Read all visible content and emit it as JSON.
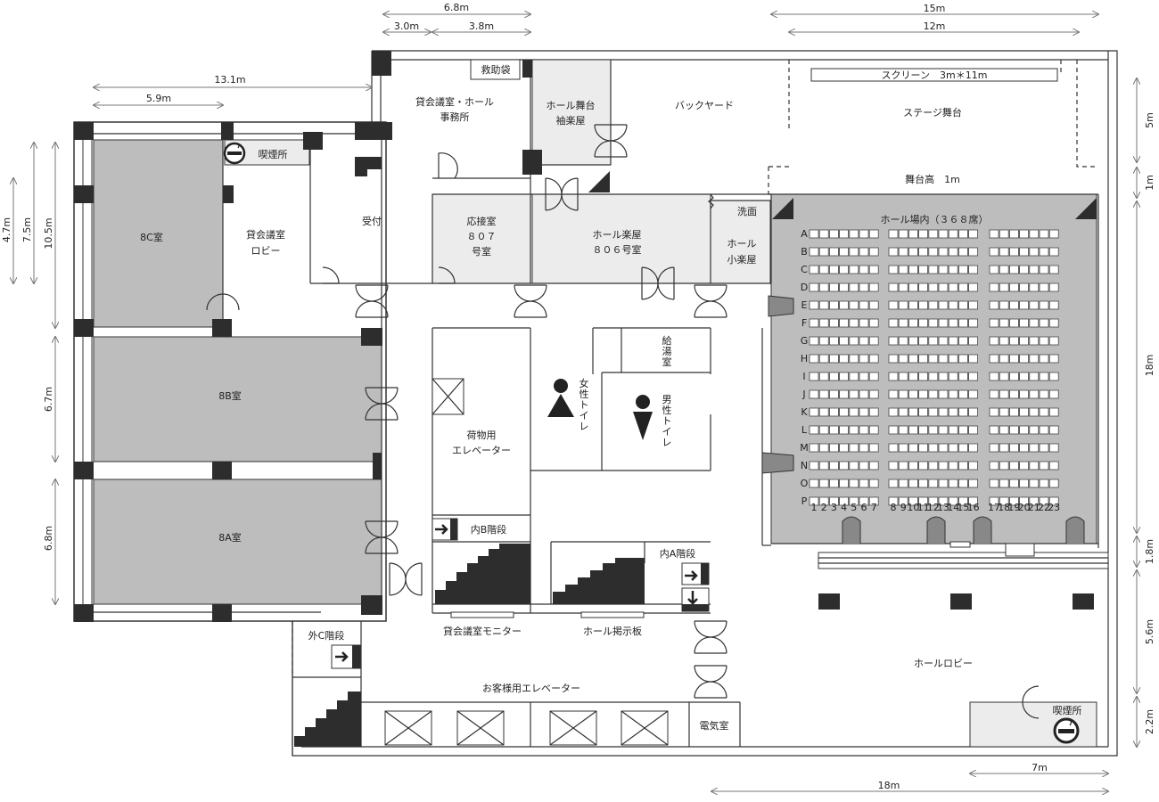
{
  "rooms": {
    "room_8c": "8C室",
    "room_8b": "8B室",
    "room_8a": "8A室",
    "lobby_small_1": "貸会議室",
    "lobby_small_2": "ロビー",
    "smoking_top": "喫煙所",
    "office_1": "貸会議室・ホール",
    "office_2": "事務所",
    "rescue_bag": "救助袋",
    "reception": "受付",
    "reception_room_1": "応接室",
    "reception_room_2": "８０７",
    "reception_room_3": "号室",
    "stage_wing_1": "ホール舞台",
    "stage_wing_2": "袖楽屋",
    "backyard": "バックヤード",
    "screen": "スクリーン　3m＊11m",
    "stage": "ステージ舞台",
    "stage_height": "舞台高　1m",
    "green_room_1": "ホール楽屋",
    "green_room_2": "８０６号室",
    "washroom": "洗面",
    "small_green_1": "ホール",
    "small_green_2": "小楽屋",
    "hall_seats": "ホール場内（３６８席）",
    "kitchen_1": "給",
    "kitchen_2": "湯",
    "kitchen_3": "室",
    "women_wc": [
      "女",
      "性",
      "ト",
      "イ",
      "レ"
    ],
    "men_wc": [
      "男",
      "性",
      "ト",
      "イ",
      "レ"
    ],
    "freight_elev_1": "荷物用",
    "freight_elev_2": "エレベーター",
    "stair_b": "内B階段",
    "stair_a": "内A階段",
    "stair_c": "外C階段",
    "monitor": "貸会議室モニター",
    "bulletin": "ホール掲示板",
    "guest_elev": "お客様用エレベーター",
    "electric": "電気室",
    "hall_lobby": "ホールロビー",
    "smoking_bottom": "喫煙所"
  },
  "seating": {
    "rows": [
      "A",
      "B",
      "C",
      "D",
      "E",
      "F",
      "G",
      "H",
      "I",
      "J",
      "K",
      "L",
      "M",
      "N",
      "O",
      "P"
    ],
    "seat_numbers": [
      "1",
      "2",
      "3",
      "4",
      "5",
      "6",
      "7",
      "8",
      "9",
      "10",
      "11",
      "12",
      "13",
      "14",
      "15",
      "16",
      "17",
      "18",
      "19",
      "20",
      "21",
      "22",
      "23"
    ]
  },
  "dimensions": {
    "d_6_8_top": "6.8m",
    "d_3_0": "3.0m",
    "d_3_8": "3.8m",
    "d_15": "15m",
    "d_12": "12m",
    "d_13_1": "13.1m",
    "d_5_9": "5.9m",
    "d_4_7": "4.7m",
    "d_7_5": "7.5m",
    "d_10_5": "10.5m",
    "d_6_7": "6.7m",
    "d_6_8_left": "6.8m",
    "d_5": "5m",
    "d_1": "1m",
    "d_18_right": "18m",
    "d_1_8": "1.8m",
    "d_5_6": "5.6m",
    "d_2_2": "2.2m",
    "d_7": "7m",
    "d_18_bottom": "18m"
  }
}
